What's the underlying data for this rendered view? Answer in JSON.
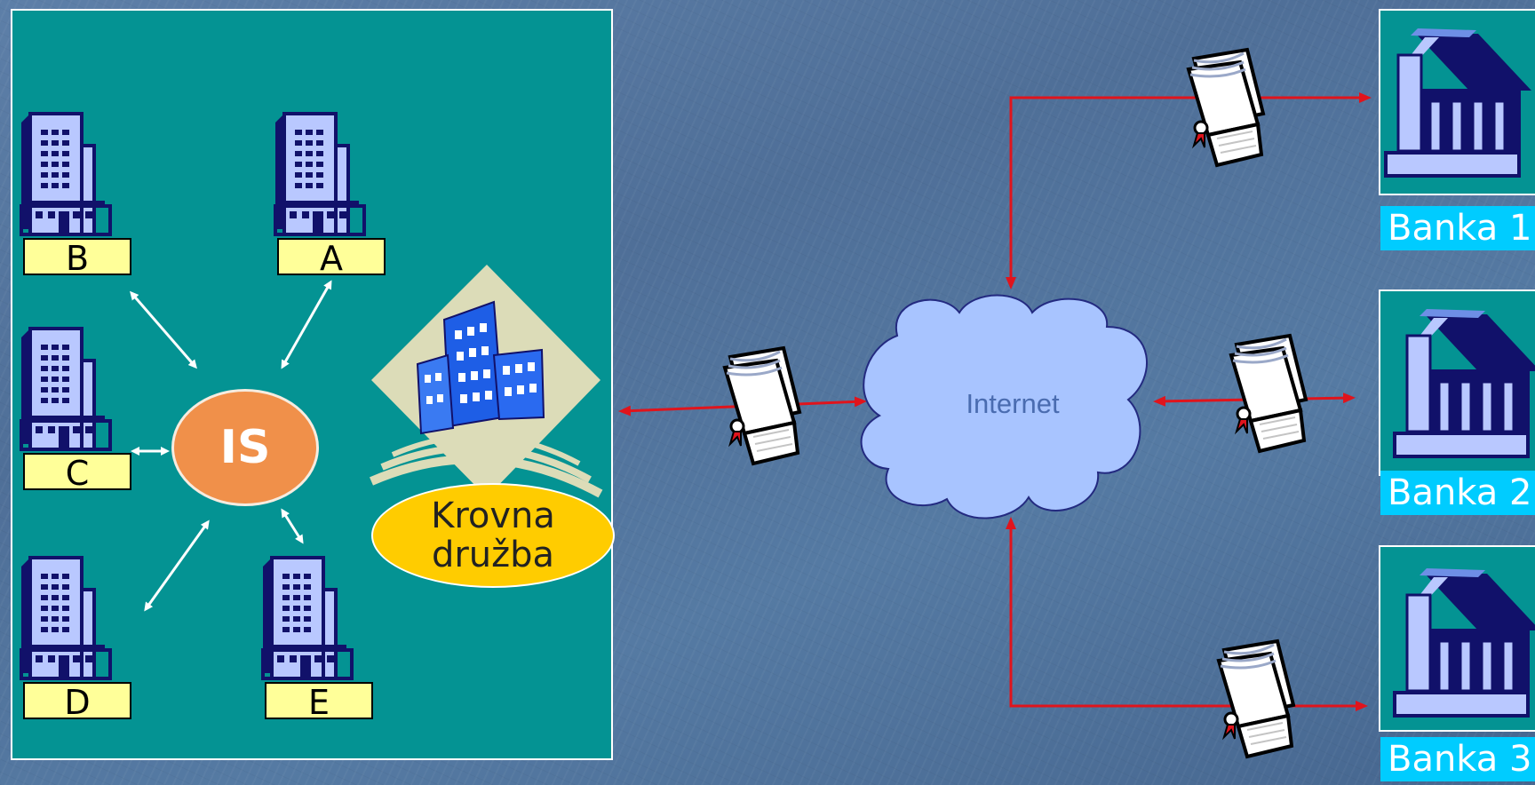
{
  "org": {
    "hub_label": "IS",
    "subsidiaries": [
      {
        "id": "a",
        "label": "A"
      },
      {
        "id": "b",
        "label": "B"
      },
      {
        "id": "c",
        "label": "C"
      },
      {
        "id": "d",
        "label": "D"
      },
      {
        "id": "e",
        "label": "E"
      }
    ],
    "parent_line1": "Krovna",
    "parent_line2": "družba"
  },
  "network": {
    "cloud_label": "Internet"
  },
  "banks": [
    {
      "label": "Banka 1"
    },
    {
      "label": "Banka 2"
    },
    {
      "label": "Banka 3"
    }
  ],
  "icons": {
    "subsidiary": "office-building-icon",
    "parent": "city-buildings-icon",
    "document": "signed-document-icon",
    "bank": "bank-building-icon",
    "network": "cloud-icon"
  },
  "colors": {
    "panel": "#049393",
    "hub": "#f0904a",
    "parent": "#ffcc00",
    "label_fill": "#ffff99",
    "bank_label": "#00ccff",
    "connection": "#e0141c",
    "cloud": "#a8c4ff"
  }
}
